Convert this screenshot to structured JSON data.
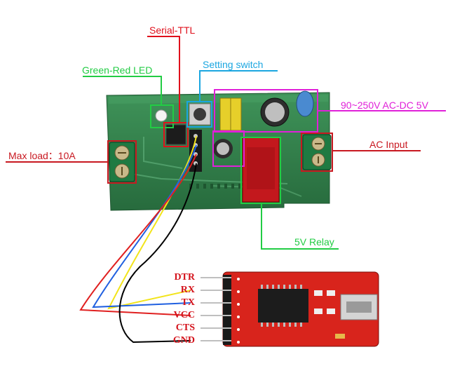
{
  "labels": {
    "serial_ttl": "Serial-TTL",
    "green_red_led": "Green-Red LED",
    "setting_switch": "Setting switch",
    "ac_dc": "90~250V AC-DC 5V",
    "max_load": "Max load：10A",
    "ac_input": "AC Input",
    "relay": "5V Relay"
  },
  "pins": [
    "DTR",
    "RX",
    "TX",
    "VCC",
    "CTS",
    "GND"
  ],
  "colors": {
    "serial_ttl": "#e0101c",
    "green_red_led": "#22cc44",
    "setting_switch": "#1aa6e0",
    "ac_dc": "#e020d8",
    "max_load": "#c81820",
    "ac_input": "#c81820",
    "relay": "#22cc44",
    "pin_label": "#d4121b",
    "wire_rx": "#f2e41a",
    "wire_tx": "#2060e0",
    "wire_vcc": "#e02020",
    "wire_gnd": "#000000",
    "pcb": "#2f7d4a",
    "ftdi_board": "#d8241c"
  }
}
